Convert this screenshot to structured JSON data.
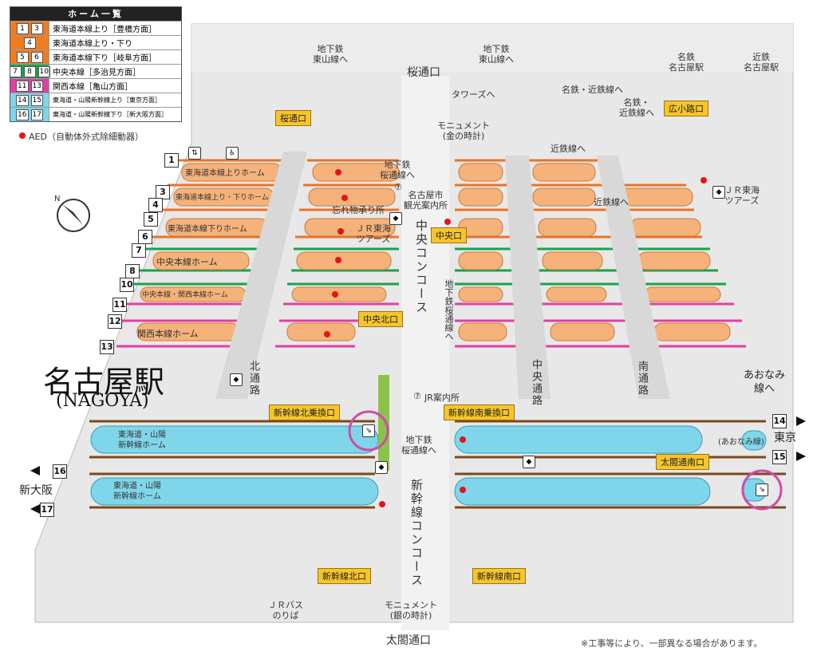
{
  "legend": {
    "title": "ホーム一覧",
    "rows": [
      {
        "nums": [
          "1",
          "3"
        ],
        "text": "東海道本線上り［豊橋方面］",
        "color": "#ee7d22"
      },
      {
        "nums": [
          "4"
        ],
        "text": "東海道本線上り・下り",
        "color": "#ee7d22"
      },
      {
        "nums": [
          "5",
          "6"
        ],
        "text": "東海道本線下り［岐阜方面］",
        "color": "#ee7d22"
      },
      {
        "nums": [
          "7",
          "8",
          "10"
        ],
        "text": "中央本線［多治見方面］",
        "color": "#1aa24a"
      },
      {
        "nums": [
          "11",
          "13"
        ],
        "text": "関西本線［亀山方面］",
        "color": "#e040a0"
      },
      {
        "nums": [
          "14",
          "15"
        ],
        "text": "東海道・山陽新幹線上り［東京方面］",
        "color": "#7fd6ea"
      },
      {
        "nums": [
          "16",
          "17"
        ],
        "text": "東海道・山陽新幹線下り［新大阪方面］",
        "color": "#7fd6ea"
      }
    ]
  },
  "aed_note": "AED（自動体外式除細動器）",
  "station_name": "名古屋駅",
  "station_name_en": "(NAGOYA)",
  "track_numbers": [
    "1",
    "3",
    "4",
    "5",
    "6",
    "7",
    "8",
    "10",
    "11",
    "12",
    "13"
  ],
  "shinkansen_tracks": [
    "14",
    "15",
    "16",
    "17"
  ],
  "platform_labels": [
    "東海道本線上りホーム",
    "東海道本線上り・下りホーム",
    "東海道本線下りホーム",
    "中央本線ホーム",
    "中央本線・関西本線ホーム",
    "関西本線ホーム"
  ],
  "shinkansen_platforms": [
    "東海道・山陽\n新幹線ホーム",
    "東海道・山陽\n新幹線ホーム"
  ],
  "gates": {
    "sakura": "桜通口",
    "sakura_top": "桜通口",
    "hirokoji": "広小路口",
    "chuo": "中央口",
    "chuo_north": "中央北口",
    "shinkansen_north_transfer": "新幹線北乗換口",
    "shinkansen_south_transfer": "新幹線南乗換口",
    "taiko_south": "太閤通南口",
    "shinkansen_north": "新幹線北口",
    "shinkansen_south": "新幹線南口",
    "taiko_bottom": "太閤通口"
  },
  "corridors": {
    "chuo_concourse": "中央コンコース",
    "shinkansen_concourse": "新幹線コンコース",
    "kita": "北通路",
    "chuo": "中央通路",
    "minami": "南通路"
  },
  "labels": {
    "subway_higashiyama_1": "地下鉄\n東山線へ",
    "subway_higashiyama_2": "地下鉄\n東山線へ",
    "meitetsu_top": "名鉄\n名古屋駅",
    "kintetsu_top": "近鉄\n名古屋駅",
    "towers": "タワーズへ",
    "monument_gold": "モニュメント\n(金の時計)",
    "meitetsu_kintetsu": "名鉄・近鉄線へ",
    "meitetsu_kintetsu2": "名鉄・\n近鉄線へ",
    "kintetsu_1": "近鉄線へ",
    "kintetsu_2": "近鉄線へ",
    "subway_sakuradori": "地下鉄\n桜通線へ",
    "tourist_info": "名古屋市\n観光案内所",
    "lost_found": "忘れ物承り所",
    "jr_tokai_tours_1": "ＪＲ東海\nツアーズ",
    "jr_tokai_tours_2": "ＪＲ東海\nツアーズ",
    "subway_sakuradori_v": "地下鉄桜通線へ",
    "jr_info": "JR案内所",
    "subway_sakuradori_2": "地下鉄\n桜通線へ",
    "aonami": "あおなみ\n線へ",
    "aonami_small": "(あおなみ線)",
    "tokyo": "東京",
    "shin_osaka": "新大阪",
    "jr_bus": "ＪＲバス\nのりば",
    "monument_silver": "モニュメント\n(銀の時計)",
    "notice": "※工事等により、一部異なる場合があります。",
    "loc_7": "⑦",
    "loc_7b": "⑦"
  },
  "colors": {
    "orange": "#f5b27a",
    "orange_line": "#e8742a",
    "green_line": "#1aa24a",
    "pink_line": "#e040a0",
    "cyan": "#7fd6ea",
    "brown_line": "#7a4a1e",
    "concourse": "#e6e6e6",
    "yellow_box": "#f7c52b",
    "aed": "#e3141e",
    "highlight": "#d04aa8"
  }
}
